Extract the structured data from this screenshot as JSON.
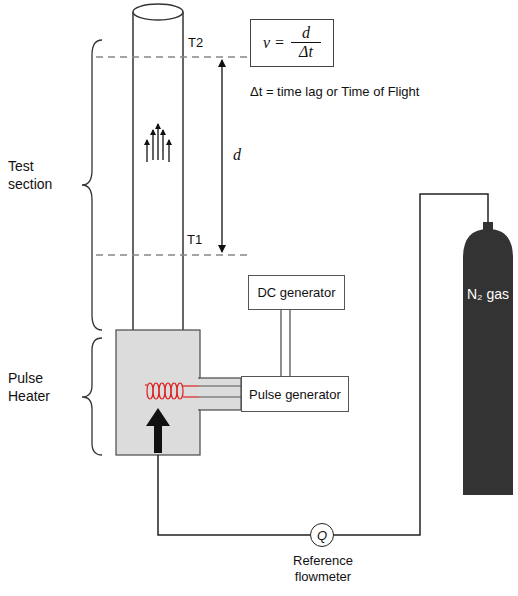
{
  "diagram": {
    "nodes": [
      {
        "text": [
          "v =",
          "d",
          "Δt"
        ]
      },
      {
        "text": [
          "DC generator"
        ]
      },
      {
        "text": [
          "Pulse generator"
        ]
      },
      {
        "text": [
          "N₂ gas"
        ]
      },
      {
        "text": [
          "Q",
          "Reference flowmeter"
        ]
      }
    ],
    "edges": [
      {
        "from": 1,
        "to": 2,
        "arrow": "none"
      },
      {
        "from": 3,
        "to": 4,
        "arrow": "none"
      }
    ],
    "labels": [
      "T2",
      "T1",
      "d",
      "Test section",
      "Pulse Heater",
      "Δt = time lag or Time of Flight"
    ]
  }
}
